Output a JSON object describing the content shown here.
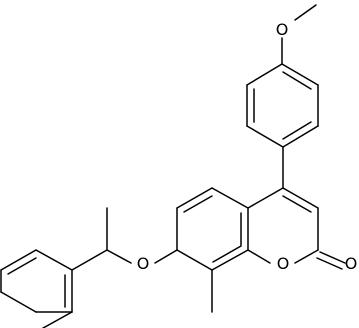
{
  "molecule": {
    "atoms": [
      {
        "id": "o_methoxy",
        "symbol": "O"
      },
      {
        "id": "o_ether",
        "symbol": "O"
      },
      {
        "id": "o_ring",
        "symbol": "O"
      },
      {
        "id": "o_carbonyl",
        "symbol": "O"
      }
    ]
  },
  "colors": {
    "bond": "#000000",
    "label": "#000000",
    "background": "#ffffff"
  }
}
